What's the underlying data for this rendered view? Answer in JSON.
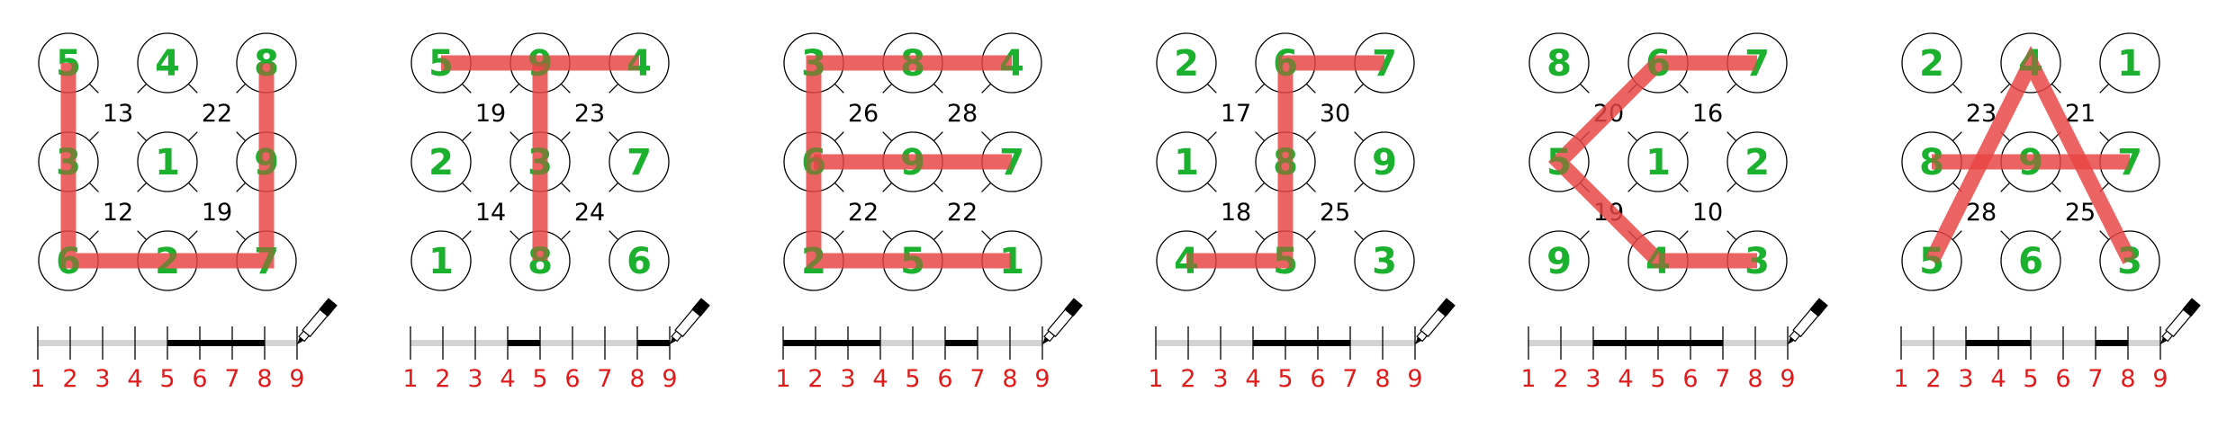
{
  "colors": {
    "digit": "#1bb02d",
    "path": "#e84545",
    "ruler_label": "#e01b1b",
    "ruler_track": "#d3d3d3",
    "ruler_segment": "#000000"
  },
  "ruler_labels": [
    "1",
    "2",
    "3",
    "4",
    "5",
    "6",
    "7",
    "8",
    "9"
  ],
  "panels": [
    {
      "grid": [
        "5",
        "4",
        "8",
        "3",
        "1",
        "9",
        "6",
        "2",
        "7"
      ],
      "sums": [
        "13",
        "22",
        "12",
        "19"
      ],
      "paths": [
        [
          0,
          3,
          6,
          7,
          8,
          5,
          2
        ]
      ],
      "ruler_segments": [
        [
          5,
          8
        ]
      ]
    },
    {
      "grid": [
        "5",
        "9",
        "4",
        "2",
        "3",
        "7",
        "1",
        "8",
        "6"
      ],
      "sums": [
        "19",
        "23",
        "14",
        "24"
      ],
      "paths": [
        [
          0,
          1,
          2
        ],
        [
          1,
          4,
          7
        ]
      ],
      "ruler_segments": [
        [
          4,
          5
        ],
        [
          8,
          9
        ]
      ]
    },
    {
      "grid": [
        "3",
        "8",
        "4",
        "6",
        "9",
        "7",
        "2",
        "5",
        "1"
      ],
      "sums": [
        "26",
        "28",
        "22",
        "22"
      ],
      "paths": [
        [
          2,
          1,
          0,
          3,
          6,
          7,
          8
        ],
        [
          3,
          4,
          5
        ]
      ],
      "ruler_segments": [
        [
          1,
          4
        ],
        [
          6,
          7
        ]
      ]
    },
    {
      "grid": [
        "2",
        "6",
        "7",
        "1",
        "8",
        "9",
        "4",
        "5",
        "3"
      ],
      "sums": [
        "17",
        "30",
        "18",
        "25"
      ],
      "paths": [
        [
          2,
          1,
          4,
          7,
          6
        ]
      ],
      "ruler_segments": [
        [
          4,
          7
        ]
      ]
    },
    {
      "grid": [
        "8",
        "6",
        "7",
        "5",
        "1",
        "2",
        "9",
        "4",
        "3"
      ],
      "sums": [
        "20",
        "16",
        "19",
        "10"
      ],
      "paths": [
        [
          2,
          1,
          3,
          7,
          8
        ]
      ],
      "ruler_segments": [
        [
          3,
          7
        ]
      ]
    },
    {
      "grid": [
        "2",
        "4",
        "1",
        "8",
        "9",
        "7",
        "5",
        "6",
        "3"
      ],
      "sums": [
        "23",
        "21",
        "28",
        "25"
      ],
      "paths": [
        [
          6,
          1,
          8
        ],
        [
          3,
          5
        ]
      ],
      "ruler_segments": [
        [
          3,
          5
        ],
        [
          7,
          8
        ]
      ]
    }
  ]
}
